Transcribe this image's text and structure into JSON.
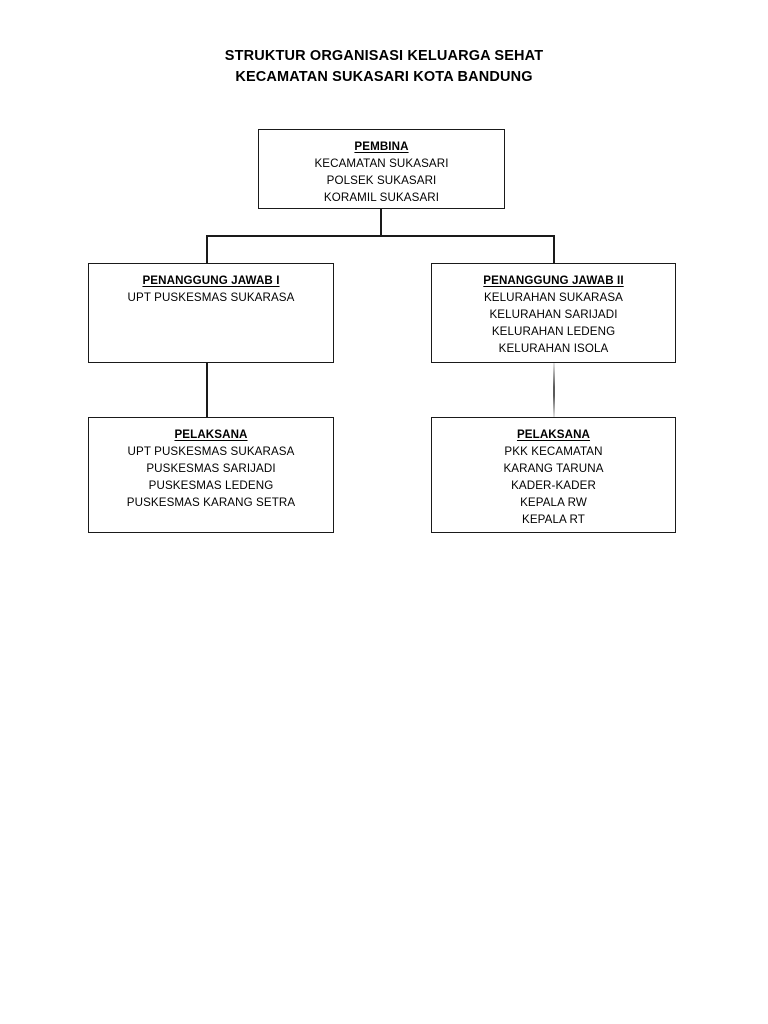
{
  "title": {
    "line1": "STRUKTUR ORGANISASI KELUARGA SEHAT",
    "line2": "KECAMATAN SUKASARI KOTA BANDUNG"
  },
  "colors": {
    "box_border": "#1a1a1a",
    "text": "#000000",
    "background": "#ffffff",
    "faint_connector": "#787878"
  },
  "nodes": {
    "pembina": {
      "heading": "PEMBINA",
      "lines": [
        "KECAMATAN SUKASARI",
        "POLSEK SUKASARI",
        "KORAMIL SUKASARI"
      ]
    },
    "penanggung_jawab_1": {
      "heading": "PENANGGUNG JAWAB I",
      "lines": [
        "UPT PUSKESMAS SUKARASA"
      ]
    },
    "penanggung_jawab_2": {
      "heading": "PENANGGUNG JAWAB II",
      "lines": [
        "KELURAHAN SUKARASA",
        "KELURAHAN SARIJADI",
        "KELURAHAN LEDENG",
        "KELURAHAN ISOLA"
      ]
    },
    "pelaksana_1": {
      "heading": "PELAKSANA",
      "lines": [
        "UPT PUSKESMAS SUKARASA",
        "PUSKESMAS SARIJADI",
        "PUSKESMAS LEDENG",
        "PUSKESMAS KARANG SETRA"
      ]
    },
    "pelaksana_2": {
      "heading": "PELAKSANA",
      "lines": [
        "PKK KECAMATAN",
        "KARANG TARUNA",
        "KADER-KADER",
        "KEPALA RW",
        "KEPALA RT"
      ]
    }
  }
}
